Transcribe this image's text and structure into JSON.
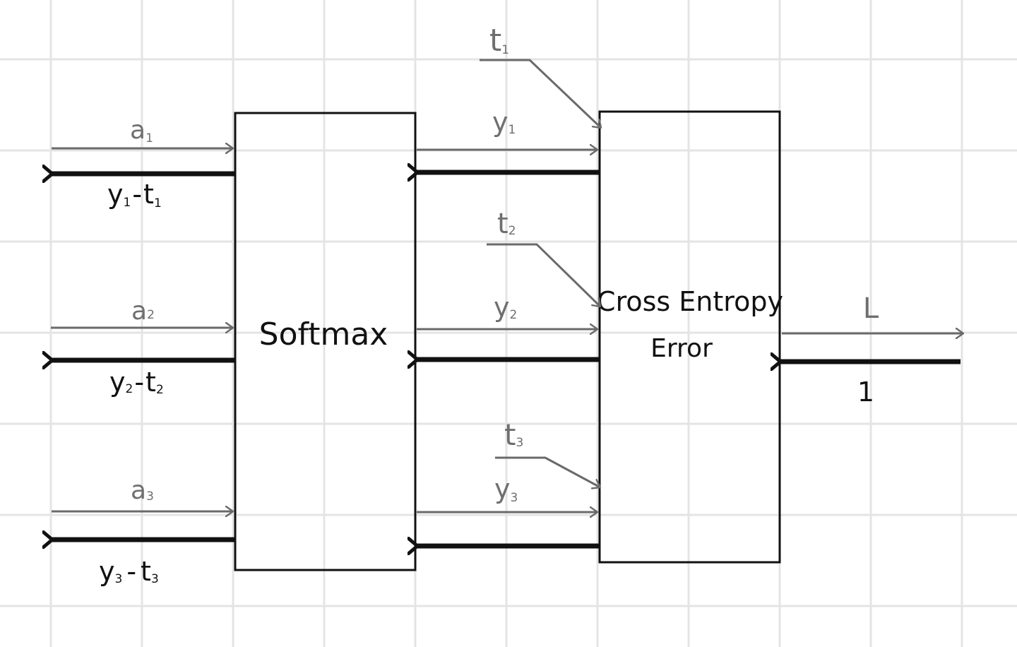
{
  "blocks": {
    "softmax": {
      "label": "Softmax"
    },
    "cross_entropy": {
      "line1": "Cross Entropy",
      "line2": "Error"
    }
  },
  "inputs": [
    {
      "base": "a",
      "sub": "1"
    },
    {
      "base": "a",
      "sub": "2"
    },
    {
      "base": "a",
      "sub": "3"
    }
  ],
  "outputs": [
    {
      "base": "y",
      "sub": "1"
    },
    {
      "base": "y",
      "sub": "2"
    },
    {
      "base": "y",
      "sub": "3"
    }
  ],
  "targets": [
    {
      "base": "t",
      "sub": "1"
    },
    {
      "base": "t",
      "sub": "2"
    },
    {
      "base": "t",
      "sub": "3"
    }
  ],
  "gradients": [
    {
      "y": "y",
      "ysub": "1",
      "op": "-",
      "t": "t",
      "tsub": "1"
    },
    {
      "y": "y",
      "ysub": "2",
      "op": "-",
      "t": "t",
      "tsub": "2"
    },
    {
      "y": "y",
      "ysub": "3",
      "op": "-",
      "t": "t",
      "tsub": "3"
    }
  ],
  "loss": {
    "output": "L",
    "backward": "1"
  },
  "colors": {
    "forward": "#6a6a6a",
    "backward": "#111111",
    "grid": "#e4e4e4",
    "box": "#111111"
  }
}
